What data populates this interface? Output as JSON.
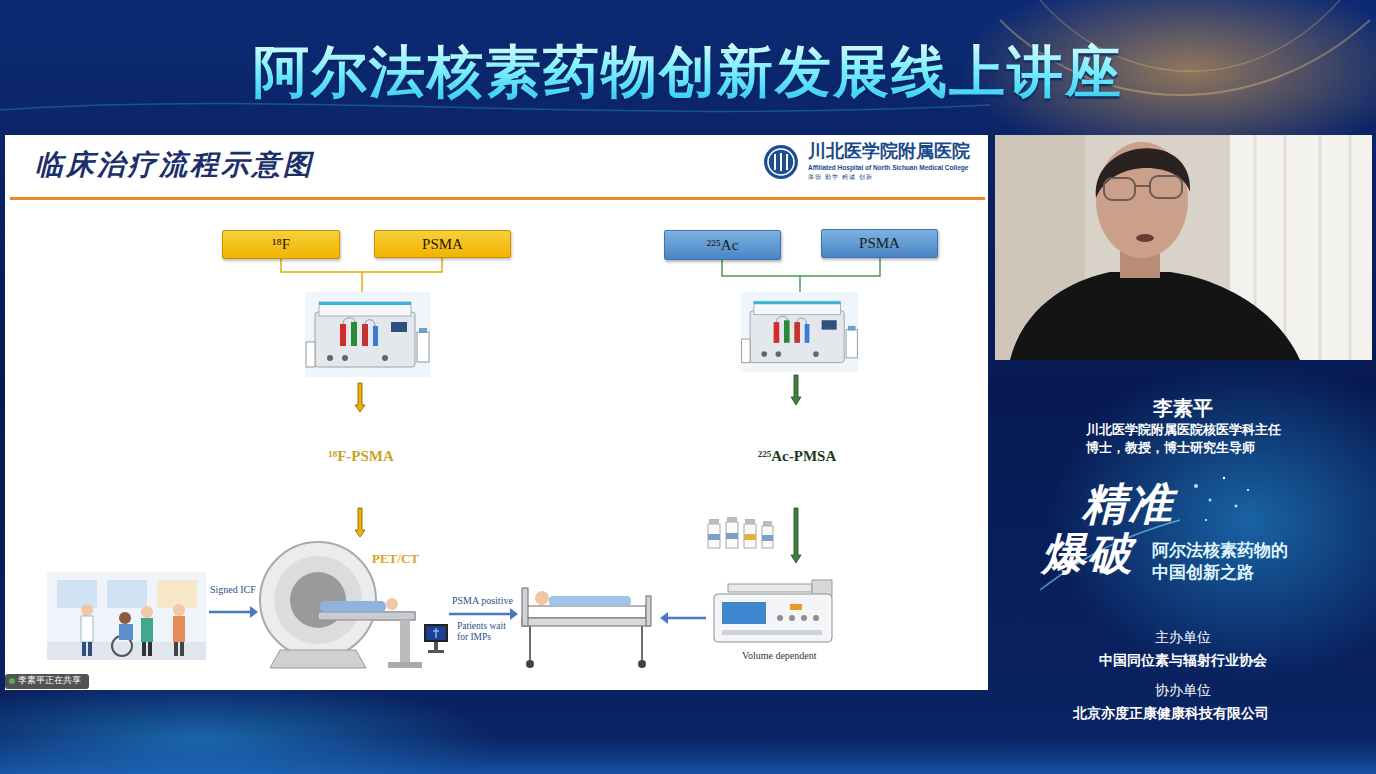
{
  "diagram": {
    "title": "阿尔法核素药物创新发展线上讲座",
    "nodes": [
      {
        "text": [
          "¹⁸F"
        ]
      },
      {
        "text": [
          "PSMA"
        ]
      },
      {
        "text": [
          "²²⁵Ac"
        ]
      },
      {
        "text": [
          "PSMA"
        ]
      }
    ],
    "labels": [
      "临床治疗流程示意图",
      "川北医学院附属医院",
      "Affiliated Hospital of North Sichuan Medical College",
      "厚德 勤学 精诚 创新",
      "¹⁸F-PSMA",
      "²²⁵Ac-PMSA",
      "PET/CT",
      "Signed ICF",
      "PSMA positive",
      "Patients wait for IMPs",
      "Volume dependent",
      "李素平正在共享",
      "李素平",
      "川北医学院附属医院核医学科主任",
      "博士，教授，博士研究生导师",
      "精准",
      "爆破",
      "阿尔法核素药物的",
      "中国创新之路",
      "主办单位",
      "中国同位素与辐射行业协会",
      "协办单位",
      "北京亦度正康健康科技有限公司"
    ]
  }
}
